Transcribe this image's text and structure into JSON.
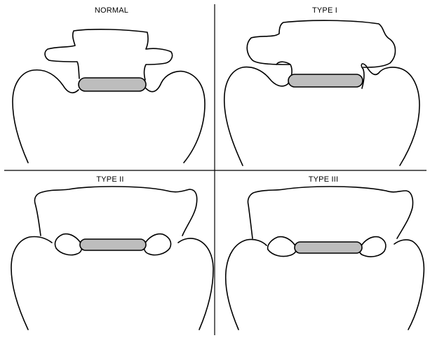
{
  "panels": [
    {
      "title": "NORMAL"
    },
    {
      "title": "TYPE I"
    },
    {
      "title": "TYPE II"
    },
    {
      "title": "TYPE III"
    }
  ],
  "colors": {
    "outline": "#000000",
    "disc_fill": "#bdbdbd",
    "background": "#ffffff"
  }
}
